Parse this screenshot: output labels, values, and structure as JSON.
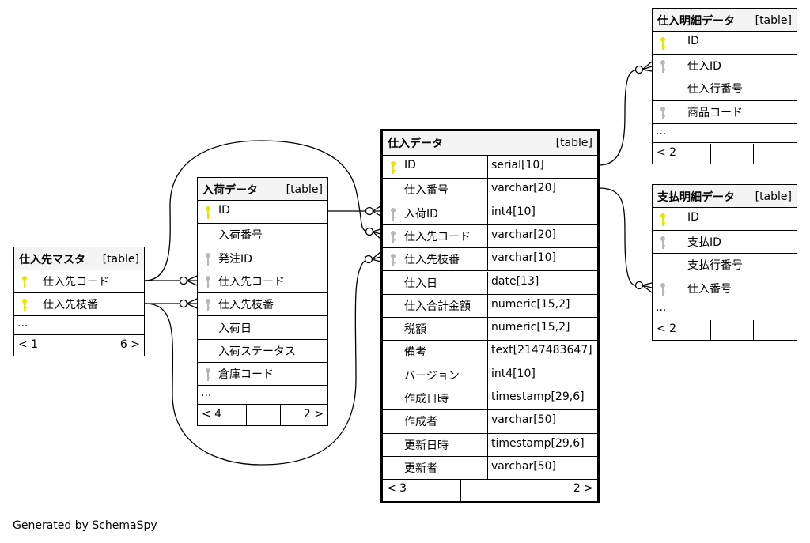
{
  "credit": "Generated by SchemaSpy",
  "colors": {
    "pk_key": "#e6e600",
    "fk_key": "#b8b8b8",
    "header_bg": "#f4f4f4"
  },
  "tables": [
    {
      "id": "shiiresaki_master",
      "name": "仕入先マスタ",
      "type": "[table]",
      "columns": [
        {
          "name": "仕入先コード",
          "key": "pk"
        },
        {
          "name": "仕入先枝番",
          "key": "pk"
        }
      ],
      "more": "...",
      "footer": {
        "left": "< 1",
        "right": "6 >"
      }
    },
    {
      "id": "nyuka_data",
      "name": "入荷データ",
      "type": "[table]",
      "columns": [
        {
          "name": "ID",
          "key": "pk"
        },
        {
          "name": "入荷番号",
          "key": null
        },
        {
          "name": "発注ID",
          "key": "fk"
        },
        {
          "name": "仕入先コード",
          "key": "fk"
        },
        {
          "name": "仕入先枝番",
          "key": "fk"
        },
        {
          "name": "入荷日",
          "key": null
        },
        {
          "name": "入荷ステータス",
          "key": null
        },
        {
          "name": "倉庫コード",
          "key": "fk"
        }
      ],
      "more": "...",
      "footer": {
        "left": "< 4",
        "right": "2 >"
      }
    },
    {
      "id": "shiire_data",
      "name": "仕入データ",
      "type": "[table]",
      "columns": [
        {
          "name": "ID",
          "type": "serial[10]",
          "key": "pk"
        },
        {
          "name": "仕入番号",
          "type": "varchar[20]",
          "key": null
        },
        {
          "name": "入荷ID",
          "type": "int4[10]",
          "key": "fk"
        },
        {
          "name": "仕入先コード",
          "type": "varchar[20]",
          "key": "fk"
        },
        {
          "name": "仕入先枝番",
          "type": "varchar[10]",
          "key": "fk"
        },
        {
          "name": "仕入日",
          "type": "date[13]",
          "key": null
        },
        {
          "name": "仕入合計金額",
          "type": "numeric[15,2]",
          "key": null
        },
        {
          "name": "税額",
          "type": "numeric[15,2]",
          "key": null
        },
        {
          "name": "備考",
          "type": "text[2147483647]",
          "key": null
        },
        {
          "name": "バージョン",
          "type": "int4[10]",
          "key": null
        },
        {
          "name": "作成日時",
          "type": "timestamp[29,6]",
          "key": null
        },
        {
          "name": "作成者",
          "type": "varchar[50]",
          "key": null
        },
        {
          "name": "更新日時",
          "type": "timestamp[29,6]",
          "key": null
        },
        {
          "name": "更新者",
          "type": "varchar[50]",
          "key": null
        }
      ],
      "footer": {
        "left": "< 3",
        "right": "2 >"
      }
    },
    {
      "id": "shiire_meisai",
      "name": "仕入明細データ",
      "type": "[table]",
      "columns": [
        {
          "name": "ID",
          "key": "pk"
        },
        {
          "name": "仕入ID",
          "key": "fk"
        },
        {
          "name": "仕入行番号",
          "key": null
        },
        {
          "name": "商品コード",
          "key": "fk"
        }
      ],
      "more": "...",
      "footer": {
        "left": "< 2",
        "right": ""
      }
    },
    {
      "id": "shiharai_meisai",
      "name": "支払明細データ",
      "type": "[table]",
      "columns": [
        {
          "name": "ID",
          "key": "pk"
        },
        {
          "name": "支払ID",
          "key": "fk"
        },
        {
          "name": "支払行番号",
          "key": null
        },
        {
          "name": "仕入番号",
          "key": "fk"
        }
      ],
      "more": "...",
      "footer": {
        "left": "< 2",
        "right": ""
      }
    }
  ],
  "relationships": [
    {
      "from": "nyuka_data.ID",
      "to": "shiire_data.入荷ID"
    },
    {
      "from": "shiiresaki_master.仕入先コード",
      "to": "nyuka_data.仕入先コード"
    },
    {
      "from": "shiiresaki_master.仕入先枝番",
      "to": "nyuka_data.仕入先枝番"
    },
    {
      "from": "shiiresaki_master.仕入先コード",
      "to": "shiire_data.仕入先コード"
    },
    {
      "from": "shiiresaki_master.仕入先枝番",
      "to": "shiire_data.仕入先枝番"
    },
    {
      "from": "shiire_data.ID",
      "to": "shiire_meisai.仕入ID"
    },
    {
      "from": "shiire_data.仕入番号",
      "to": "shiharai_meisai.仕入番号"
    }
  ]
}
